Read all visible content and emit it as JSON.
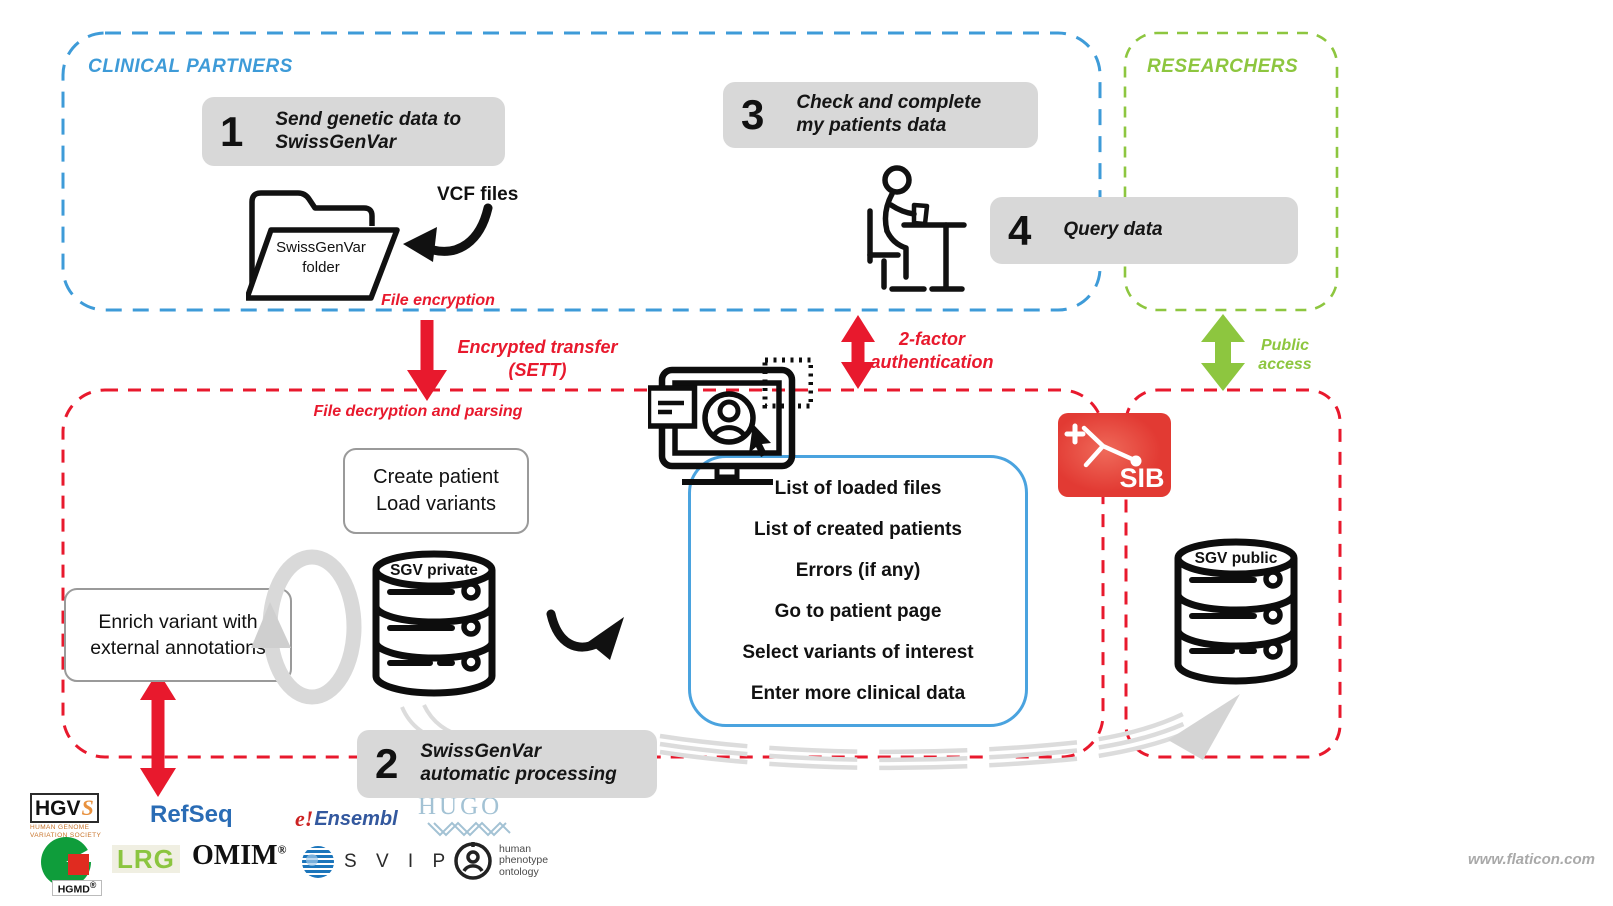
{
  "colors": {
    "blue": "#3e9bd8",
    "green": "#8dc63f",
    "red": "#e8192d",
    "step_box_gray": "#d8d8d8",
    "portal_border_blue": "#4aa3df",
    "sib_red": "#e23a33",
    "swoosh_gray": "#dcdcdc"
  },
  "clinical": {
    "title": "CLINICAL PARTNERS",
    "step1": {
      "number": "1",
      "lines": [
        "Send genetic data to",
        "SwissGenVar"
      ]
    },
    "folder": {
      "lines": [
        "SwissGenVar",
        "folder"
      ]
    },
    "vcf_label": "VCF files",
    "file_encryption": "File encryption",
    "step3": {
      "number": "3",
      "lines": [
        "Check and complete",
        "my patients data"
      ]
    }
  },
  "researchers": {
    "title": "RESEARCHERS",
    "step4": {
      "number": "4",
      "label": "Query data"
    },
    "public_access": {
      "lines": [
        "Public",
        "access"
      ]
    }
  },
  "transfers": {
    "encrypted": {
      "lines": [
        "Encrypted transfer",
        "(SETT)"
      ]
    },
    "two_factor": {
      "lines": [
        "2-factor",
        "authentication"
      ]
    }
  },
  "platform": {
    "decryption_label": "File decryption and parsing",
    "create_box": {
      "lines": [
        "Create patient",
        "Load variants"
      ]
    },
    "enrich_box": {
      "lines": [
        "Enrich variant with",
        "external annotations"
      ]
    },
    "db_private_label": "SGV private",
    "step2": {
      "number": "2",
      "lines": [
        "SwissGenVar",
        "automatic processing"
      ]
    },
    "portal_list": [
      "List of loaded files",
      "List of created patients",
      "Errors (if any)",
      "Go to patient page",
      "Select variants of interest",
      "Enter more clinical data"
    ]
  },
  "public_side": {
    "sib_label": "SIB",
    "db_public_label": "SGV public"
  },
  "logos": {
    "hgvs": {
      "main": "HGV",
      "s": "S",
      "sub": "HUMAN GENOME VARIATION SOCIETY"
    },
    "refseq": "RefSeq",
    "ensembl": {
      "e": "e!",
      "name": "Ensembl"
    },
    "hugo": "HUGO",
    "hgmd": {
      "name": "HGMD",
      "r": "®"
    },
    "lrg": "LRG",
    "omim": {
      "name": "OMIM",
      "r": "®"
    },
    "svip": "S V I P",
    "hpo": {
      "lines": [
        "human",
        "phenotype",
        "ontology"
      ]
    }
  },
  "credit": "www.flaticon.com"
}
